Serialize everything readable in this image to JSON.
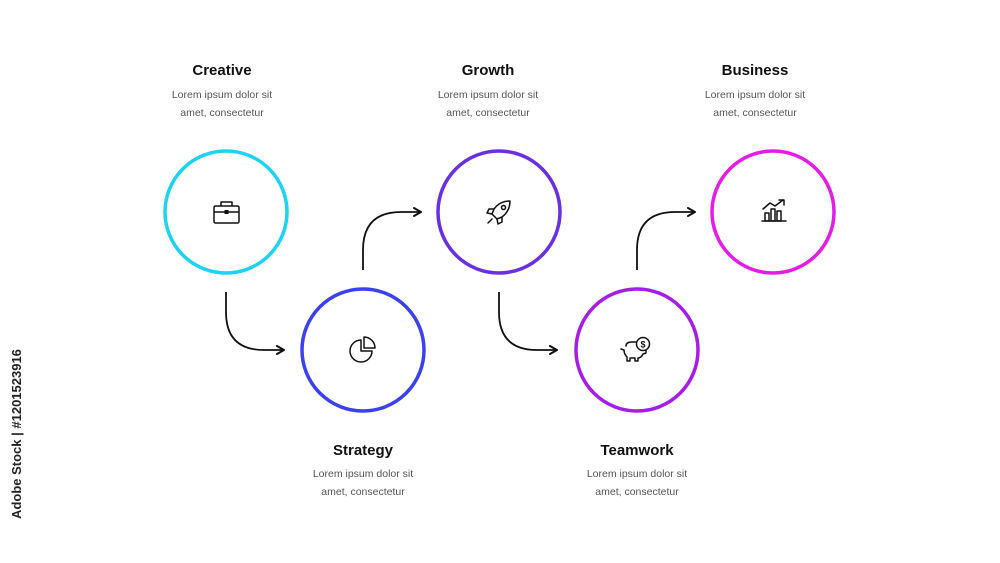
{
  "colors": {
    "creative": "#1CD3F2",
    "strategy": "#3B41EE",
    "growth": "#6A2FE0",
    "teamwork": "#A61CEB",
    "business": "#E41CE6",
    "arrow": "#111111"
  },
  "steps": [
    {
      "title": "Creative",
      "line1": "Lorem ipsum dolor sit",
      "line2": "amet, consectetur",
      "icon": "briefcase-icon"
    },
    {
      "title": "Strategy",
      "line1": "Lorem ipsum dolor sit",
      "line2": "amet, consectetur",
      "icon": "pie-chart-icon"
    },
    {
      "title": "Growth",
      "line1": "Lorem ipsum dolor sit",
      "line2": "amet, consectetur",
      "icon": "rocket-icon"
    },
    {
      "title": "Teamwork",
      "line1": "Lorem ipsum dolor sit",
      "line2": "amet, consectetur",
      "icon": "piggy-bank-icon"
    },
    {
      "title": "Business",
      "line1": "Lorem ipsum dolor sit",
      "line2": "amet, consectetur",
      "icon": "growth-chart-icon"
    }
  ],
  "side_label": "Adobe Stock | #1201523916"
}
